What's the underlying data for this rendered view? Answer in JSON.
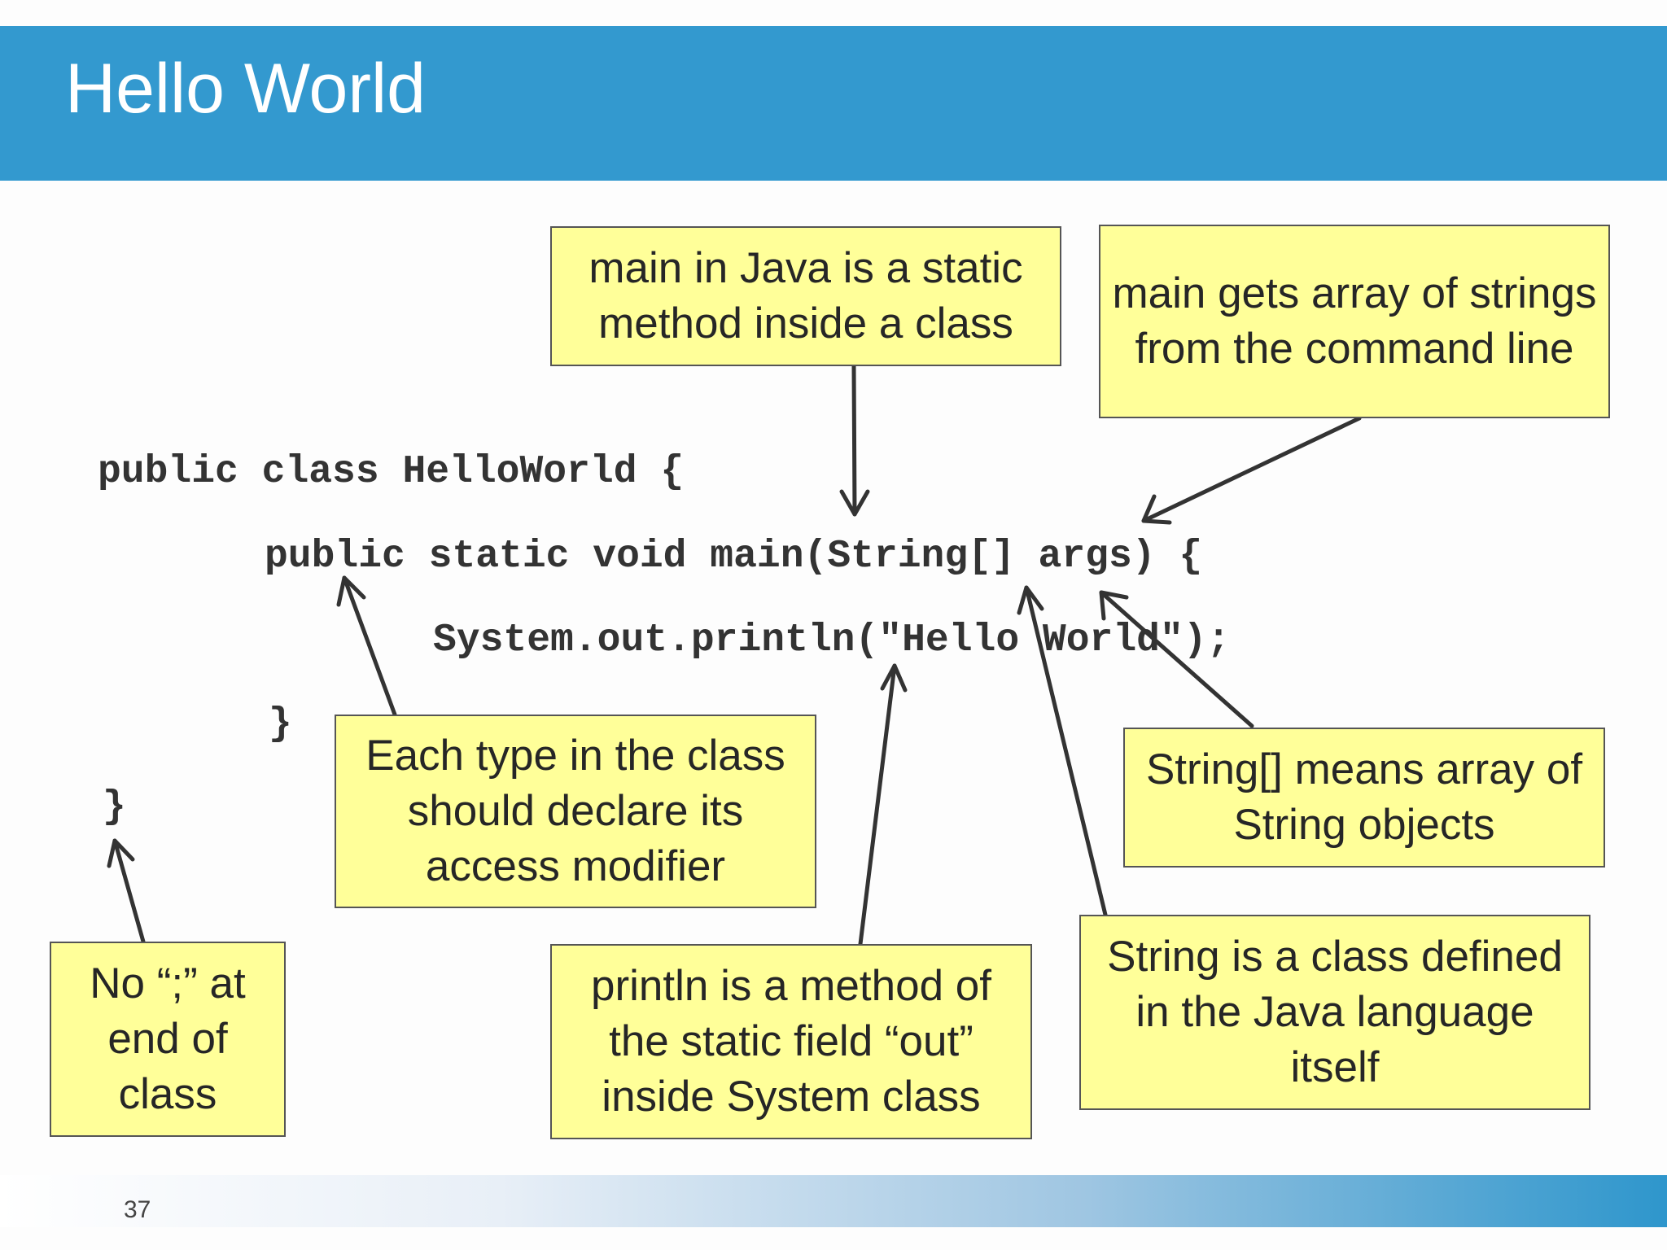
{
  "slide": {
    "title": "Hello World",
    "page_number": "37"
  },
  "code": {
    "line1": "public class HelloWorld {",
    "line2": "public static void main(String[] args) {",
    "line3": "System.out.println(\"Hello World\");",
    "line4": "}",
    "line5": "}"
  },
  "notes": {
    "main_static": "main in Java is a static method inside a class",
    "main_args": "main gets array of strings from the command line",
    "access_modifier": "Each type in the class should declare its access modifier",
    "string_array": "String[] means array of String objects",
    "no_semicolon": "No “;” at end of class",
    "println": "println is a method of the static field “out” inside System class",
    "string_class": "String is a class defined in the Java language itself"
  },
  "colors": {
    "title_bar": "#3399cf",
    "note_fill": "#ffff99",
    "text": "#333333"
  }
}
